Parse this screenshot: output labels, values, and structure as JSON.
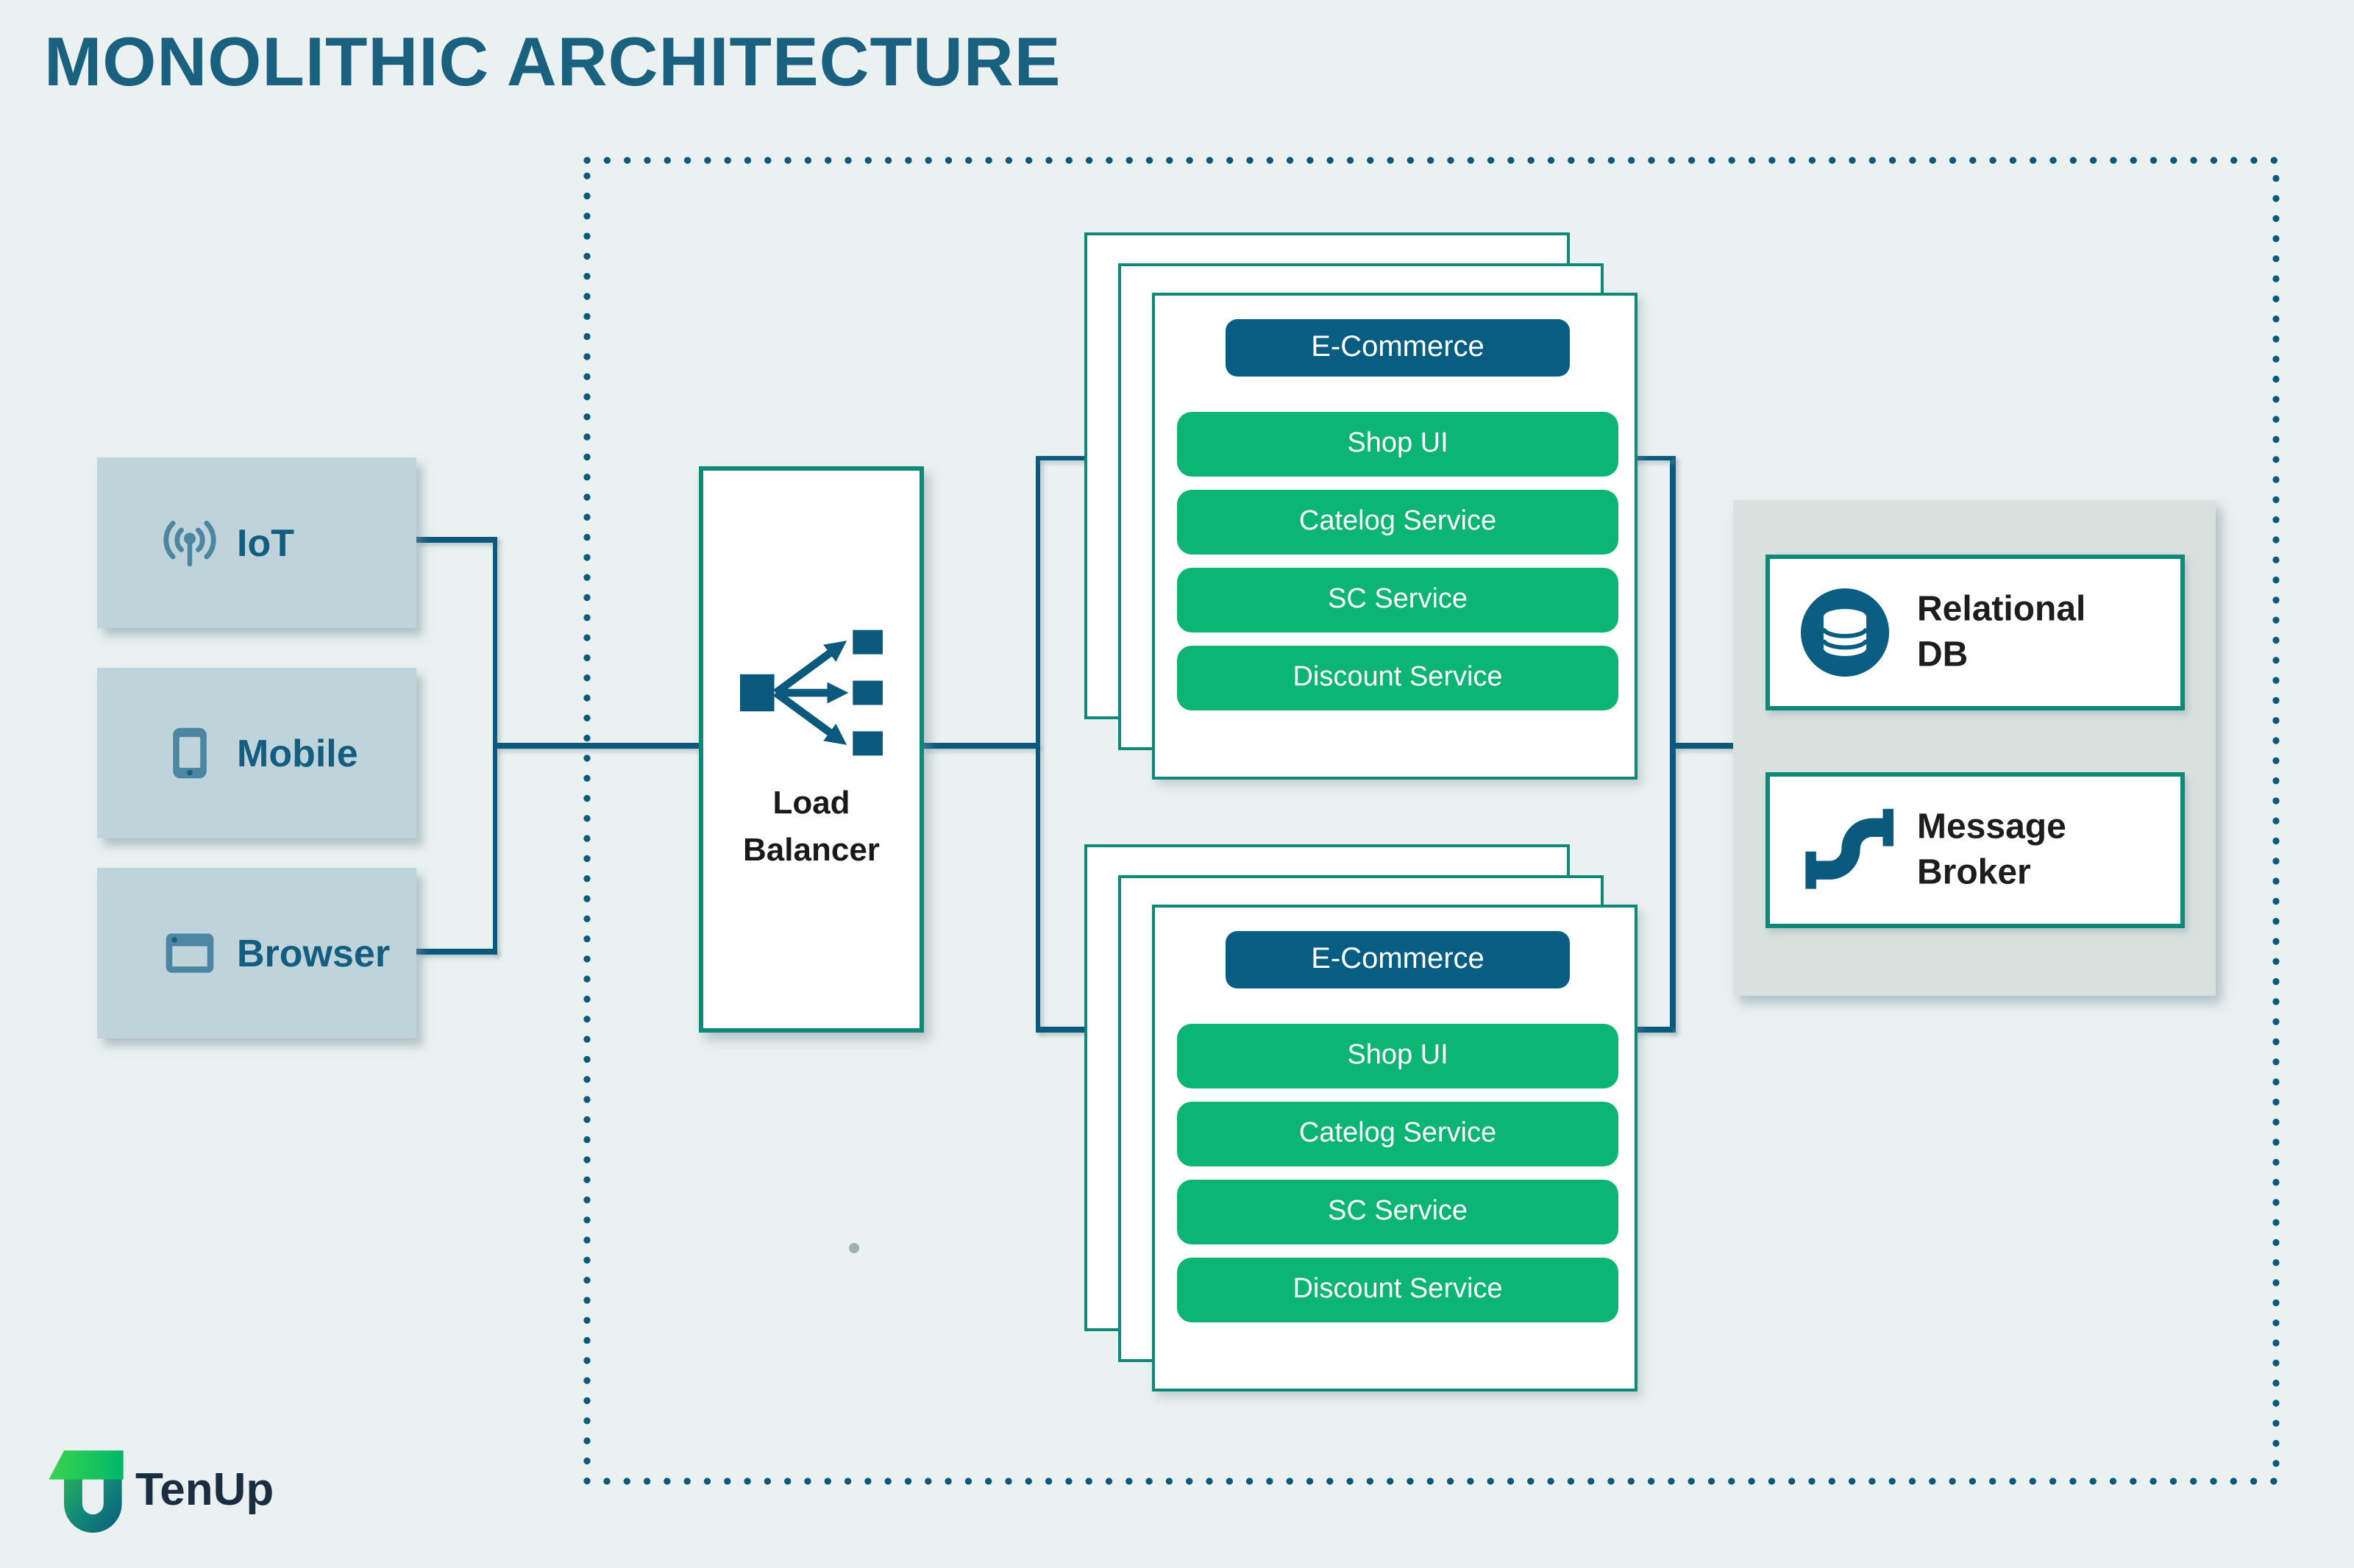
{
  "title": "MONOLITHIC ARCHITECTURE",
  "devices": [
    {
      "label": "IoT",
      "icon": "wifi-antenna-icon"
    },
    {
      "label": "Mobile",
      "icon": "smartphone-icon"
    },
    {
      "label": "Browser",
      "icon": "browser-window-icon"
    }
  ],
  "load_balancer": {
    "label": "Load Balancer",
    "icon": "load-balancer-icon"
  },
  "stacks": [
    {
      "app": "E-Commerce",
      "services": [
        "Shop UI",
        "Catelog Service",
        "SC Service",
        "Discount Service"
      ]
    },
    {
      "app": "E-Commerce",
      "services": [
        "Shop UI",
        "Catelog Service",
        "SC Service",
        "Discount Service"
      ]
    }
  ],
  "datastores": [
    {
      "label": "Relational DB",
      "icon": "database-icon"
    },
    {
      "label": "Message Broker",
      "icon": "pipe-icon"
    }
  ],
  "logo": {
    "text": "TenUp"
  },
  "colors": {
    "background": "#eaf1f0",
    "title": "#1a617f",
    "connector_blue": "#0b5a7d",
    "teal_border": "#0f8877",
    "header_blue": "#085e82",
    "service_green": "#0cb573",
    "device_fill": "#bfd4da",
    "device_icon": "#4d86a2",
    "panel_gray": "#d9e1df",
    "logo_green": "#2bb757",
    "logo_navy": "#1b2d40"
  }
}
